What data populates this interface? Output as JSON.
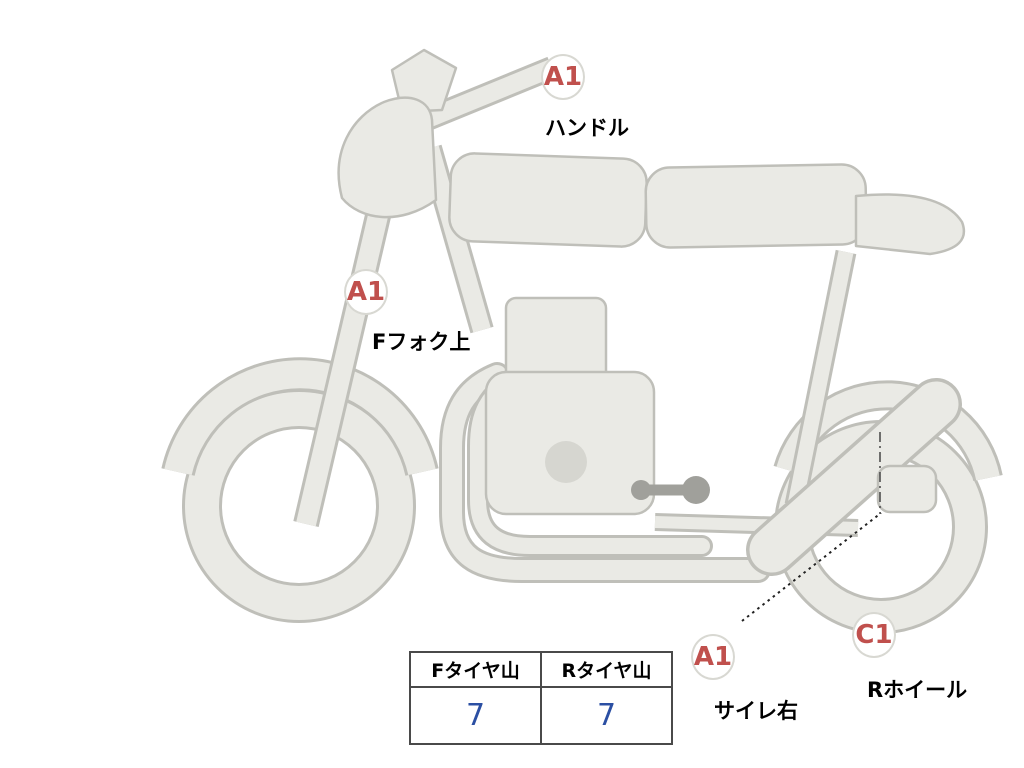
{
  "diagram": {
    "markers": [
      {
        "code": "A1",
        "label": "ハンドル"
      },
      {
        "code": "A1",
        "label": "Fフォク上"
      },
      {
        "code": "A1",
        "label": "サイレ右"
      },
      {
        "code": "C1",
        "label": "Rホイール"
      }
    ],
    "colors": {
      "body_fill": "#e9e9e4",
      "body_outline": "#bfbfb9",
      "marker_code": "#c0504d",
      "tread_value": "#2b4fa3"
    }
  },
  "tire_table": {
    "columns": [
      "Fタイヤ山",
      "Rタイヤ山"
    ],
    "values": [
      "7",
      "7"
    ]
  }
}
